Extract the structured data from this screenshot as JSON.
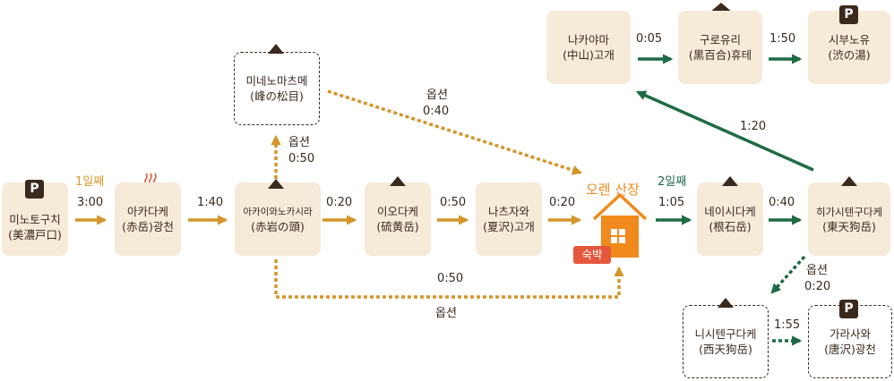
{
  "colors": {
    "orange": "#d4952b",
    "green": "#1f6b45",
    "node_bg": "#f6ead9",
    "text": "#3a2a1e",
    "lodge": "#f08a1c",
    "stay": "#e4573d"
  },
  "nodes": {
    "minotoguchi": {
      "name": "미노토구치",
      "sub": "(美濃戸口)",
      "icon": "parking-icon"
    },
    "akadake_kosen": {
      "name": "아카다케",
      "sub": "(赤岳)광천",
      "icon": "hot-spring-icon"
    },
    "akaiwa": {
      "name": "아카이와노카시라",
      "sub": "(赤岩の頭)",
      "icon": "mountain-icon"
    },
    "mine_no_matsume": {
      "name": "미네노마츠메",
      "sub": "(峰の松目)",
      "icon": "mountain-icon"
    },
    "iodake": {
      "name": "이오다케",
      "sub": "(硫黄岳)",
      "icon": "mountain-icon"
    },
    "natsuzawa": {
      "name": "나츠자와",
      "sub": "(夏沢)고개",
      "icon": ""
    },
    "neishidake": {
      "name": "네이시다케",
      "sub": "(根石岳)",
      "icon": "mountain-icon"
    },
    "higashi_tengu": {
      "name": "히가시텐구다케",
      "sub": "(東天狗岳)",
      "icon": "mountain-icon"
    },
    "nishi_tengu": {
      "name": "니시텐구다케",
      "sub": "(西天狗岳)",
      "icon": "mountain-icon"
    },
    "karasawa": {
      "name": "가라사와",
      "sub": "(唐沢)광천",
      "icon": "parking-icon"
    },
    "nakayama": {
      "name": "나카야마",
      "sub": "(中山)고개",
      "icon": ""
    },
    "kuroyuri": {
      "name": "구로유리",
      "sub": "(黒百合)휴테",
      "icon": "hut-icon"
    },
    "shibunoyu": {
      "name": "시부노유",
      "sub": "(渋の湯)",
      "icon": "parking-icon"
    }
  },
  "parking_symbol": "P",
  "lodge": {
    "name": "오렌 산장",
    "stay_label": "숙박"
  },
  "labels": {
    "day1": "1일째",
    "day2": "2일째",
    "t_300": "3:00",
    "t_140": "1:40",
    "t_020a": "0:20",
    "t_050a": "0:50",
    "t_020b": "0:20",
    "t_105": "1:05",
    "t_040": "0:40",
    "opt_up": "옵션",
    "opt_up_time": "0:50",
    "opt_diag": "옵션",
    "opt_diag_time": "0:40",
    "opt_bottom_time": "0:50",
    "opt_bottom": "옵션",
    "t_120": "1:20",
    "opt_nishi": "옵션",
    "opt_nishi_time": "0:20",
    "t_155": "1:55",
    "t_005": "0:05",
    "t_150": "1:50"
  }
}
